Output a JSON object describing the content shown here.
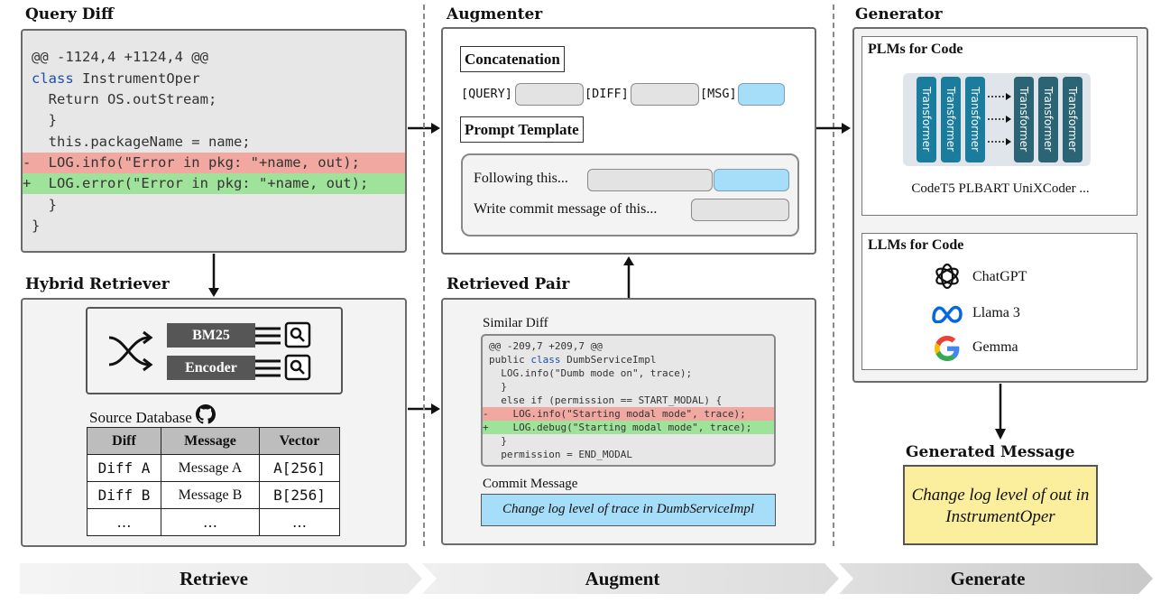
{
  "query_diff": {
    "title": "Query Diff",
    "lines": [
      {
        "prefix": "",
        "kw": "",
        "text": "@@ -1124,4 +1124,4 @@"
      },
      {
        "prefix": "",
        "kw": "class",
        "text": " InstrumentOper"
      },
      {
        "prefix": "",
        "kw": "",
        "text": "  Return OS.outStream;"
      },
      {
        "prefix": "",
        "kw": "",
        "text": "  }"
      },
      {
        "prefix": "",
        "kw": "",
        "text": "  this.packageName = name;"
      },
      {
        "prefix": "-",
        "kw": "",
        "text": "  LOG.info(\"Error in pkg: \"+name, out);"
      },
      {
        "prefix": "+",
        "kw": "",
        "text": "  LOG.error(\"Error in pkg: \"+name, out);"
      },
      {
        "prefix": "",
        "kw": "",
        "text": "  }"
      },
      {
        "prefix": "",
        "kw": "",
        "text": "}"
      }
    ]
  },
  "hybrid_retriever": {
    "title": "Hybrid Retriever",
    "methods": [
      "BM25",
      "Encoder"
    ],
    "source_db_label": "Source Database",
    "table": {
      "headers": [
        "Diff",
        "Message",
        "Vector"
      ],
      "rows": [
        [
          "Diff A",
          "Message A",
          "A[256]"
        ],
        [
          "Diff B",
          "Message B",
          "B[256]"
        ],
        [
          "…",
          "…",
          "…"
        ]
      ]
    }
  },
  "augmenter": {
    "title": "Augmenter",
    "concat_title": "Concatenation",
    "tokens": [
      "[QUERY]",
      "[DIFF]",
      "[MSG]"
    ],
    "prompt_title": "Prompt Template",
    "prompt_lines": [
      "Following this...",
      "Write commit message of this..."
    ]
  },
  "retrieved_pair": {
    "title": "Retrieved Pair",
    "similar_diff_label": "Similar Diff",
    "diff_lines": [
      {
        "prefix": "",
        "kw": "",
        "pre": "",
        "text": "@@ -209,7 +209,7 @@"
      },
      {
        "prefix": "",
        "kw": "class",
        "pre": "public ",
        "text": " DumbServiceImpl"
      },
      {
        "prefix": "",
        "kw": "",
        "pre": "",
        "text": "  LOG.info(\"Dumb mode on\", trace);"
      },
      {
        "prefix": "",
        "kw": "",
        "pre": "",
        "text": "  }"
      },
      {
        "prefix": "",
        "kw": "",
        "pre": "",
        "text": "  else if (permission == START_MODAL) {"
      },
      {
        "prefix": "-",
        "kw": "",
        "pre": "",
        "text": "    LOG.info(\"Starting modal mode\", trace);"
      },
      {
        "prefix": "+",
        "kw": "",
        "pre": "",
        "text": "    LOG.debug(\"Starting modal mode\", trace);"
      },
      {
        "prefix": "",
        "kw": "",
        "pre": "",
        "text": "  }"
      },
      {
        "prefix": "",
        "kw": "",
        "pre": "",
        "text": "  permission = END_MODAL"
      }
    ],
    "commit_label": "Commit Message",
    "commit_message": "Change log level of trace in DumbServiceImpl"
  },
  "generator": {
    "title": "Generator",
    "plms_title": "PLMs for Code",
    "transformer_label": "Transformer",
    "plm_models": "CodeT5 PLBART UniXCoder ...",
    "llms_title": "LLMs for Code",
    "llm_models": [
      "ChatGPT",
      "Llama 3",
      "Gemma"
    ]
  },
  "generated": {
    "title": "Generated Message",
    "message": "Change log level of out in InstrumentOper"
  },
  "stages": [
    "Retrieve",
    "Augment",
    "Generate"
  ],
  "colors": {
    "deleted": "#f1a8a1",
    "added": "#9fe39a",
    "message_slot": "#a6ddf8",
    "generated_bg": "#fbee9c",
    "transformer_encoder": "#1a7d9d",
    "transformer_decoder": "#2b6474"
  }
}
